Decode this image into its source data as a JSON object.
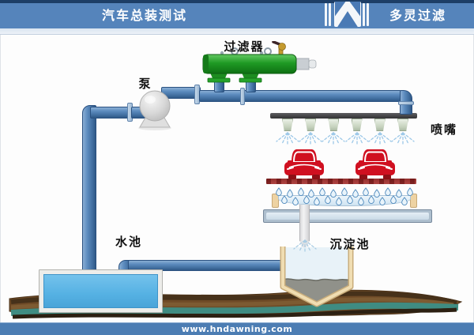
{
  "header": {
    "title": "汽车总装测试",
    "brand": "多灵过滤"
  },
  "labels": {
    "filter": "过滤器",
    "pump": "泵",
    "nozzles": "喷嘴",
    "pool": "水池",
    "sediment_pool": "沉淀池"
  },
  "footer": {
    "url": "www.hndawning.com"
  },
  "colors": {
    "header_blue": "#5584bb",
    "header_dark": "#1d3e66",
    "pipe_blue": "#4e7cb1",
    "filter_green": "#1f9a24",
    "car_red": "#d01020",
    "platform_red": "#a33a38",
    "nozzle_green": "#d7e2cf",
    "pool_water": "#55b1e3",
    "tank_wall_tan": "#f0ddb2",
    "sediment_grey": "#90918a",
    "strata_teal": "#3f8c82",
    "footer_blue": "#4c7db3"
  },
  "diagram": {
    "nozzle_count": 6,
    "car_count": 2,
    "droplet_row_counts": [
      13,
      12
    ]
  }
}
